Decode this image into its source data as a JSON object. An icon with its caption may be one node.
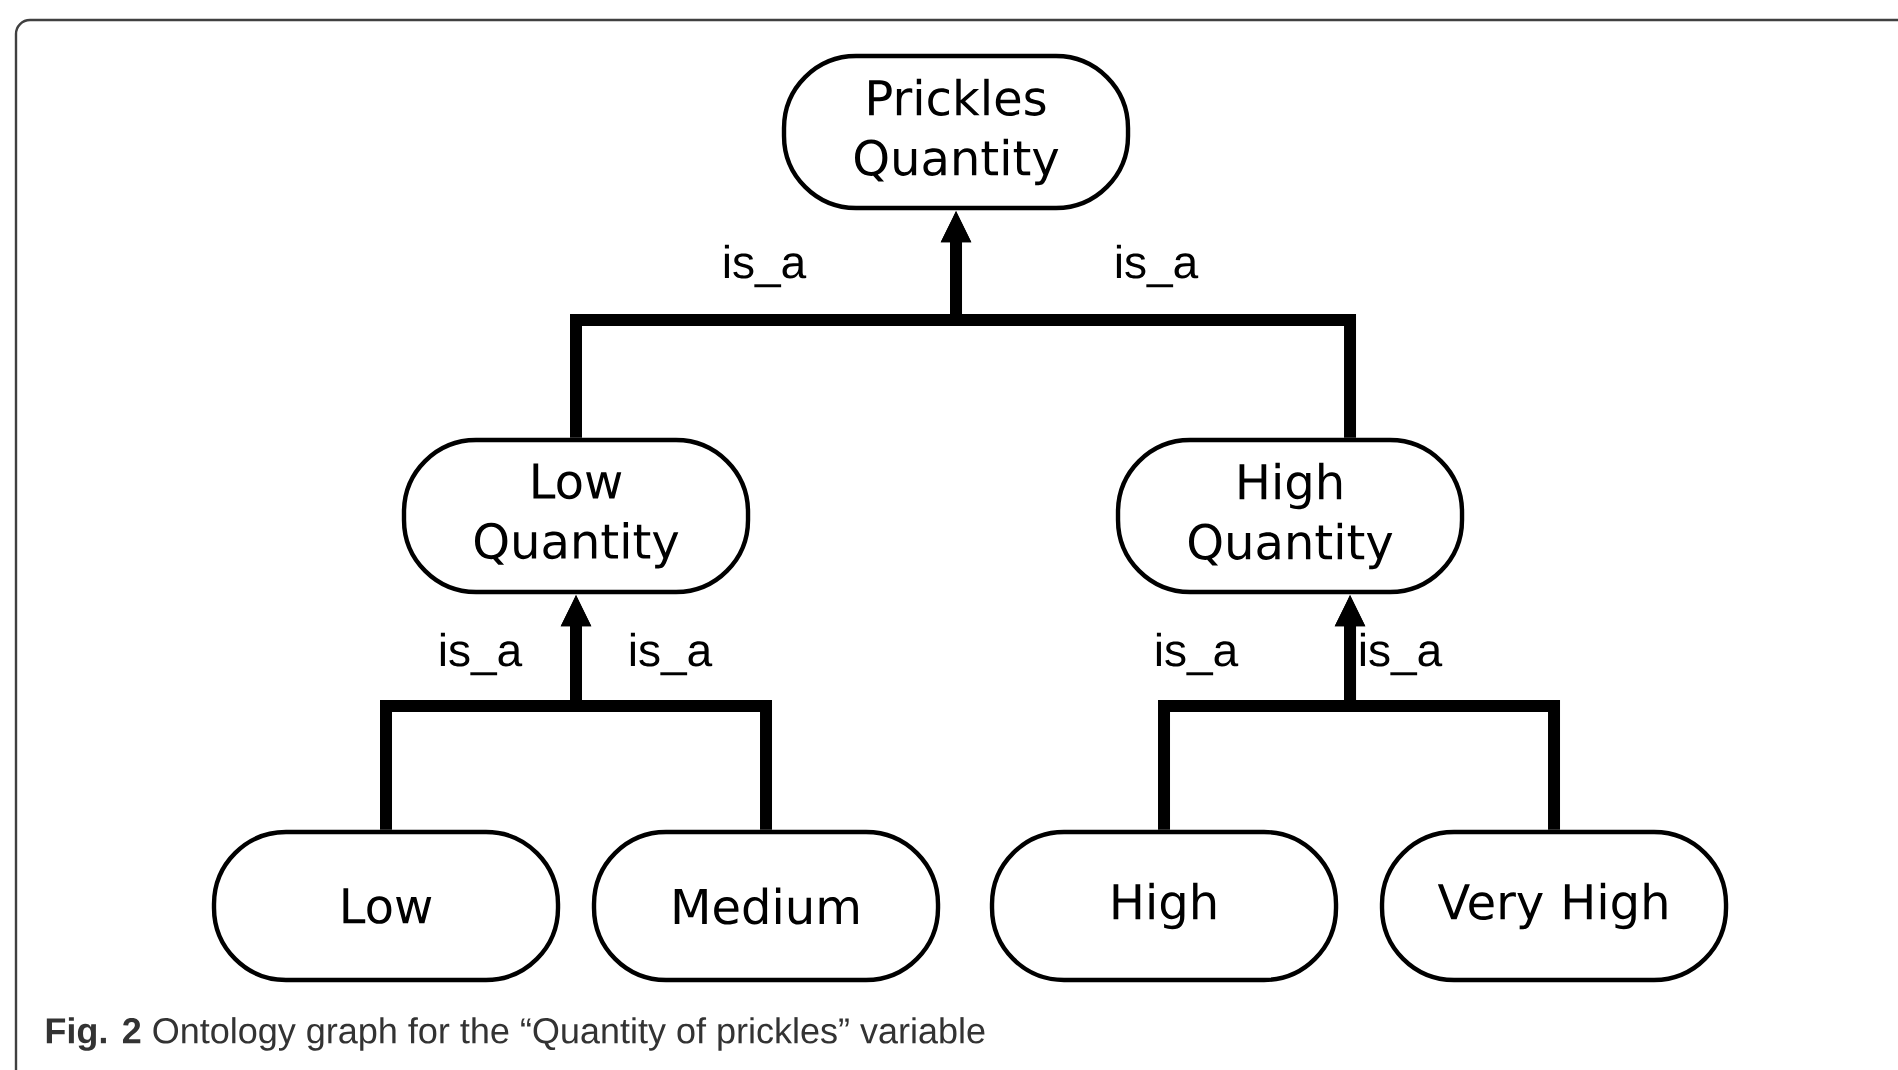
{
  "diagram": {
    "caption": "**Fig. 2** Ontology graph for the “Quantity of prickles” variable",
    "nodes": [
      {
        "text": [
          "Prickles Quantity"
        ]
      },
      {
        "text": [
          "Low Quantity"
        ]
      },
      {
        "text": [
          "High Quantity"
        ]
      },
      {
        "text": [
          "Low"
        ]
      },
      {
        "text": [
          "Medium"
        ]
      },
      {
        "text": [
          "High"
        ]
      },
      {
        "text": [
          "Very High"
        ]
      }
    ],
    "edges": [
      {
        "from": 1,
        "to": 0,
        "arrow": "to",
        "label": "is_a"
      },
      {
        "from": 2,
        "to": 0,
        "arrow": "to",
        "label": "is_a"
      },
      {
        "from": 3,
        "to": 1,
        "arrow": "to",
        "label": "is_a"
      },
      {
        "from": 4,
        "to": 1,
        "arrow": "to",
        "label": "is_a"
      },
      {
        "from": 5,
        "to": 2,
        "arrow": "to",
        "label": "is_a"
      },
      {
        "from": 6,
        "to": 2,
        "arrow": "to",
        "label": "is_a"
      }
    ]
  }
}
